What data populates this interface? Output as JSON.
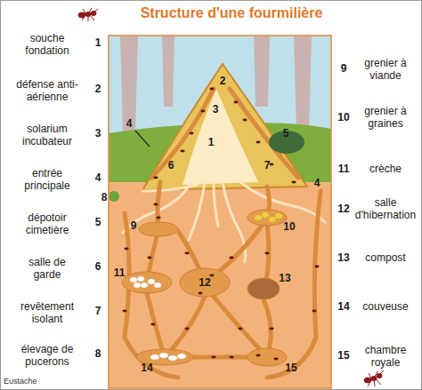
{
  "diagram": {
    "title": "Structure d'une fourmilière",
    "labels": [
      "souche fondation",
      "1",
      "défense anti-aérienne",
      "2",
      "solarium incubateur",
      "3",
      "entrée principale",
      "4",
      "dépotoir cimetière",
      "5",
      "salle de garde",
      "6",
      "revêtement isolant",
      "7",
      "élevage de pucerons",
      "8",
      "9",
      "grenier à viande",
      "10",
      "grenier à graines",
      "11",
      "crèche",
      "12",
      "salle d'hibernation",
      "13",
      "compost",
      "14",
      "couveuse",
      "15",
      "chambre royale",
      "1",
      "2",
      "3",
      "4",
      "5",
      "6",
      "7",
      "8",
      "4",
      "9",
      "10",
      "11",
      "12",
      "13",
      "14",
      "15",
      "Eustache"
    ]
  }
}
